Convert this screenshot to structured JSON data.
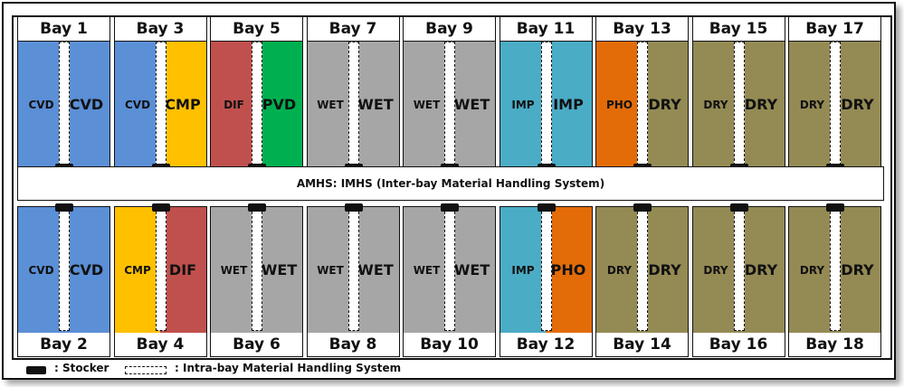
{
  "amhs_label": "AMHS: IMHS (Inter-bay Material Handling System)",
  "legend": {
    "stocker_label": ": Stocker",
    "intra_label": ": Intra-bay Material Handling System"
  },
  "colors": {
    "CVD": "#5b8fd6",
    "CMP": "#ffc000",
    "DIF": "#c0504d",
    "PVD": "#00b050",
    "WET": "#a6a6a6",
    "IMP": "#4bacc6",
    "PHO": "#e36c09",
    "DRY": "#948a54"
  },
  "top_bays": [
    {
      "label": "Bay 1",
      "left": "CVD",
      "right": "CVD"
    },
    {
      "label": "Bay 3",
      "left": "CVD",
      "right": "CMP"
    },
    {
      "label": "Bay 5",
      "left": "DIF",
      "right": "PVD"
    },
    {
      "label": "Bay 7",
      "left": "WET",
      "right": "WET"
    },
    {
      "label": "Bay 9",
      "left": "WET",
      "right": "WET"
    },
    {
      "label": "Bay 11",
      "left": "IMP",
      "right": "IMP"
    },
    {
      "label": "Bay 13",
      "left": "PHO",
      "right": "DRY"
    },
    {
      "label": "Bay 15",
      "left": "DRY",
      "right": "DRY"
    },
    {
      "label": "Bay 17",
      "left": "DRY",
      "right": "DRY"
    }
  ],
  "bottom_bays": [
    {
      "label": "Bay 2",
      "left": "CVD",
      "right": "CVD"
    },
    {
      "label": "Bay 4",
      "left": "CMP",
      "right": "DIF"
    },
    {
      "label": "Bay 6",
      "left": "WET",
      "right": "WET"
    },
    {
      "label": "Bay 8",
      "left": "WET",
      "right": "WET"
    },
    {
      "label": "Bay 10",
      "left": "WET",
      "right": "WET"
    },
    {
      "label": "Bay 12",
      "left": "IMP",
      "right": "PHO"
    },
    {
      "label": "Bay 14",
      "left": "DRY",
      "right": "DRY"
    },
    {
      "label": "Bay 16",
      "left": "DRY",
      "right": "DRY"
    },
    {
      "label": "Bay 18",
      "left": "DRY",
      "right": "DRY"
    }
  ]
}
